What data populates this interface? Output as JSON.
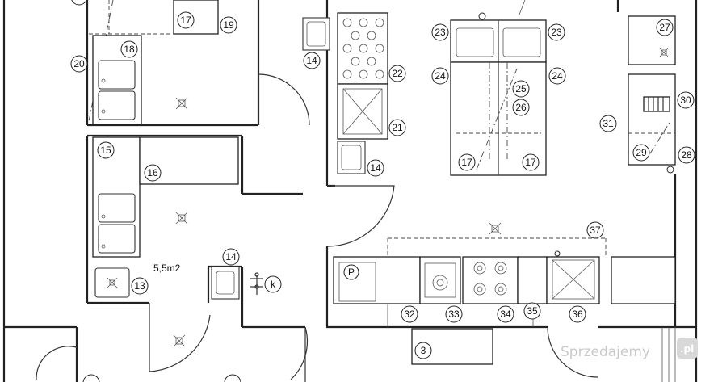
{
  "labels": {
    "l17a": "17",
    "l19": "19",
    "l14a": "14",
    "l23a": "23",
    "l23b": "23",
    "l27": "27",
    "l20": "20",
    "l18": "18",
    "l22": "22",
    "l24a": "24",
    "l24b": "24",
    "l25": "25",
    "l26": "26",
    "l21": "21",
    "l30": "30",
    "l31": "31",
    "l15": "15",
    "l16": "16",
    "l14b": "14",
    "l17b": "17",
    "l17c": "17",
    "l29": "29",
    "l28": "28",
    "l37": "37",
    "l14c": "14",
    "l13": "13",
    "lk": "k",
    "l32": "32",
    "l33": "33",
    "l34": "34",
    "l35": "35",
    "l36": "36",
    "l3": "3",
    "lP": "P"
  },
  "area_label": "5,5m2",
  "watermark": {
    "text": "Sprzedajemy",
    "badge": ".pl"
  }
}
